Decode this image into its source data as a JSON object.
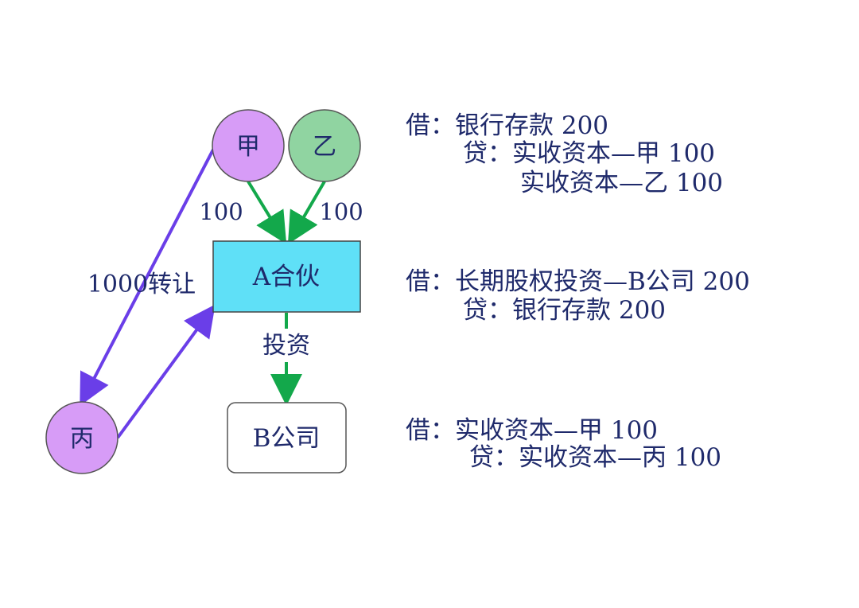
{
  "colors": {
    "text": "#1f2a6b",
    "green_arrow": "#13a84b",
    "purple_arrow": "#6a3ee8",
    "jia_fill": "#d79cf7",
    "yi_fill": "#90d4a1",
    "bing_fill": "#d79cf7",
    "partnership_fill": "#5fe0f7",
    "company_fill": "#ffffff"
  },
  "nodes": {
    "jia": "甲",
    "yi": "乙",
    "bing": "丙",
    "partnership": "A合伙",
    "company": "B公司"
  },
  "edge_labels": {
    "jia_contribution": "100",
    "yi_contribution": "100",
    "transfer": "1000转让",
    "invest": "投资"
  },
  "entries": {
    "entry1": {
      "debit": "借：银行存款 200",
      "credit1": "贷：实收资本—甲 100",
      "credit2": "实收资本—乙 100"
    },
    "entry2": {
      "debit": "借：长期股权投资—B公司 200",
      "credit": "贷：银行存款 200"
    },
    "entry3": {
      "debit": "借：实收资本—甲 100",
      "credit": "贷：实收资本—丙 100"
    }
  }
}
